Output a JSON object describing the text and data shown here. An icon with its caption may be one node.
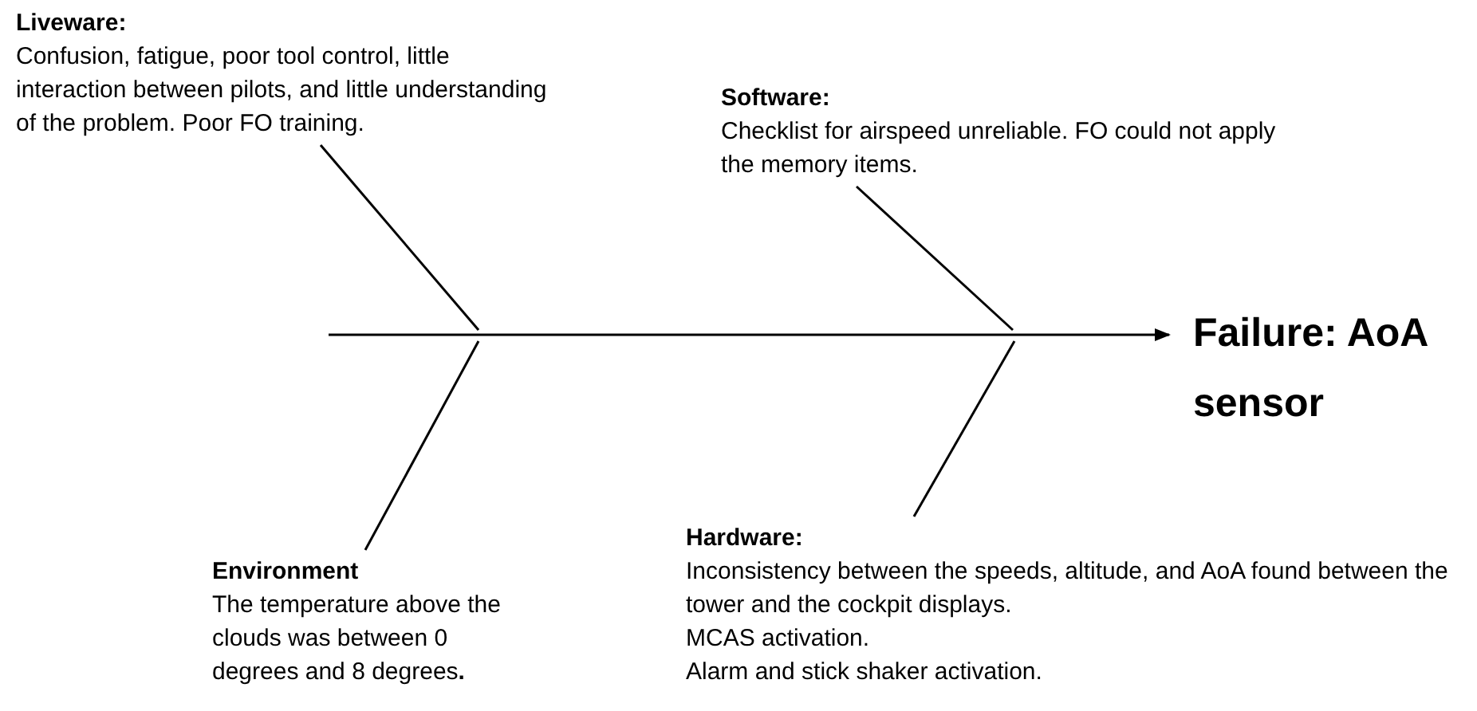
{
  "diagram": {
    "nodes": [
      {
        "text": [
          "Liveware:",
          "Confusion, fatigue, poor tool control, little interaction between pilots, and little understanding of the problem. Poor FO training."
        ]
      },
      {
        "text": [
          "Software:",
          "Checklist for airspeed unreliable. FO could not apply the memory items."
        ]
      },
      {
        "text": [
          "Failure: AoA sensor"
        ]
      },
      {
        "text": [
          "Environment",
          "The temperature above the clouds was between 0 degrees and 8 degrees**.**"
        ]
      },
      {
        "text": [
          "Hardware:",
          "Inconsistency between the speeds, altitude, and AoA found between the tower and the cockpit displays.",
          "MCAS activation.",
          "Alarm and stick shaker activation."
        ]
      }
    ],
    "edges": [
      {
        "from": null,
        "to": 2,
        "arrow": "to"
      },
      {
        "from": 0,
        "to": null,
        "arrow": "none"
      },
      {
        "from": 1,
        "to": null,
        "arrow": "none"
      },
      {
        "from": 3,
        "to": null,
        "arrow": "none"
      },
      {
        "from": 4,
        "to": null,
        "arrow": "none"
      }
    ]
  }
}
